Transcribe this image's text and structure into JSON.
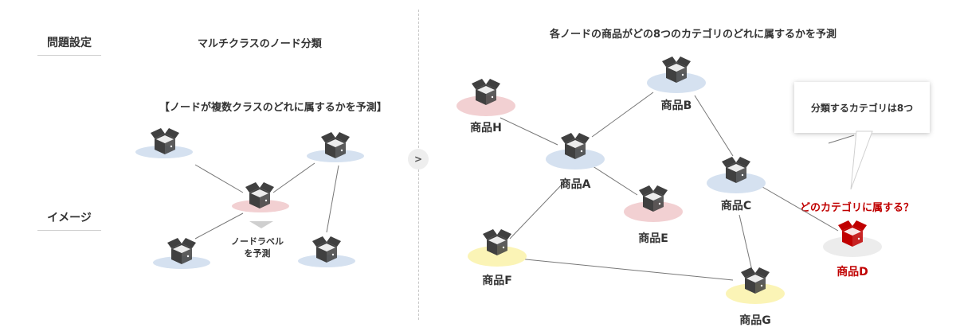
{
  "rows": {
    "problem_label": "問題設定",
    "image_label": "イメージ"
  },
  "left": {
    "title": "マルチクラスのノード分類",
    "subtitle": "【ノードが複数クラスのどれに属するかを予測】",
    "predict_line1": "ノードラベル",
    "predict_line2": "を予測"
  },
  "arrow": ">",
  "right": {
    "title": "各ノードの商品がどの8つのカテゴリのどれに属するかを予測",
    "callout": "分類するカテゴリは8つ",
    "question": "どのカテゴリに属する？"
  },
  "products": {
    "A": "商品A",
    "B": "商品B",
    "C": "商品C",
    "D": "商品D",
    "E": "商品E",
    "F": "商品F",
    "G": "商品G",
    "H": "商品H"
  },
  "colors": {
    "blue": "#d5e1f0",
    "pink": "#f2d0d2",
    "yellow": "#fbf4b6",
    "gray": "#ececec",
    "red": "#c00000",
    "icon": "#404040"
  }
}
